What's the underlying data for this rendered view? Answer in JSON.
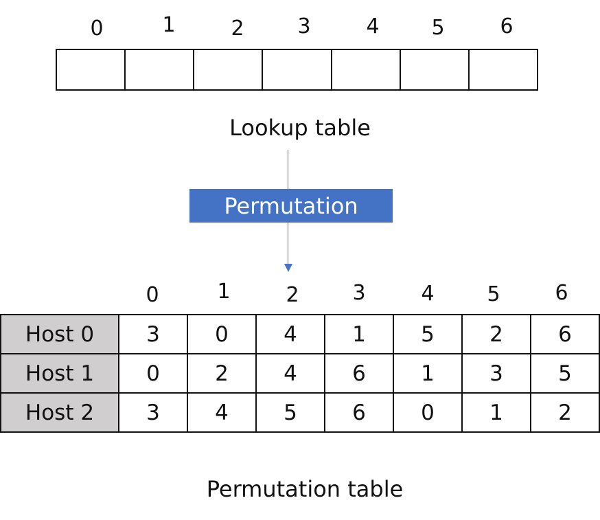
{
  "lookup": {
    "indices": [
      "0",
      "1",
      "2",
      "3",
      "4",
      "5",
      "6"
    ],
    "cells": [
      "",
      "",
      "",
      "",
      "",
      "",
      ""
    ],
    "caption": "Lookup table"
  },
  "permutation_label": "Permutation",
  "arrow_color": "#4472c4",
  "permutation_table": {
    "columns": [
      "0",
      "1",
      "2",
      "3",
      "4",
      "5",
      "6"
    ],
    "rows": [
      {
        "host": "Host 0",
        "values": [
          "3",
          "0",
          "4",
          "1",
          "5",
          "2",
          "6"
        ]
      },
      {
        "host": "Host 1",
        "values": [
          "0",
          "2",
          "4",
          "6",
          "1",
          "3",
          "5"
        ]
      },
      {
        "host": "Host 2",
        "values": [
          "3",
          "4",
          "5",
          "6",
          "0",
          "1",
          "2"
        ]
      }
    ],
    "caption": "Permutation table",
    "host_cell_color": "#d0cece"
  }
}
